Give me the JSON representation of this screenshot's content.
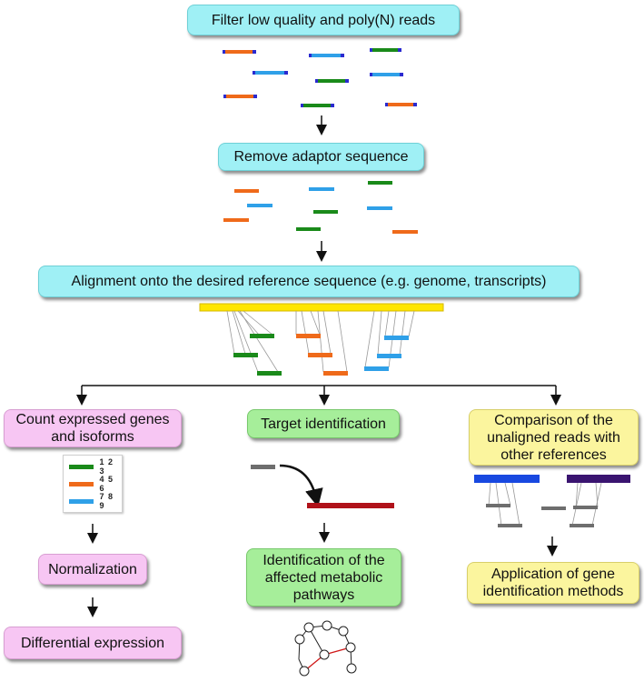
{
  "steps": {
    "filter": "Filter low quality and poly(N) reads",
    "adaptor": "Remove adaptor sequence",
    "alignment": "Alignment onto the desired reference sequence (e.g. genome, transcripts)"
  },
  "branches": {
    "count": "Count expressed genes and isoforms",
    "normalization": "Normalization",
    "differential": "Differential expression",
    "target": "Target identification",
    "pathways": "Identification of the affected metabolic pathways",
    "comparison": "Comparison of the unaligned reads with other references",
    "gene_methods": "Application of gene identification methods"
  },
  "legend": [
    {
      "label": "1 2 3",
      "color": "#1a8a1a"
    },
    {
      "label": "4 5 6",
      "color": "#ef6a1a"
    },
    {
      "label": "7 8 9",
      "color": "#2fa0e8"
    }
  ],
  "colors": {
    "read_green": "#1a8a1a",
    "read_orange": "#ef6a1a",
    "read_blue": "#2fa0e8",
    "read_gray": "#6e6e6e",
    "adaptor_cap": "#2a2ad0",
    "reference_yellow": "#ffe600",
    "target_red": "#b0121a",
    "ref_blue": "#1848e0",
    "ref_purple": "#3a1470"
  }
}
